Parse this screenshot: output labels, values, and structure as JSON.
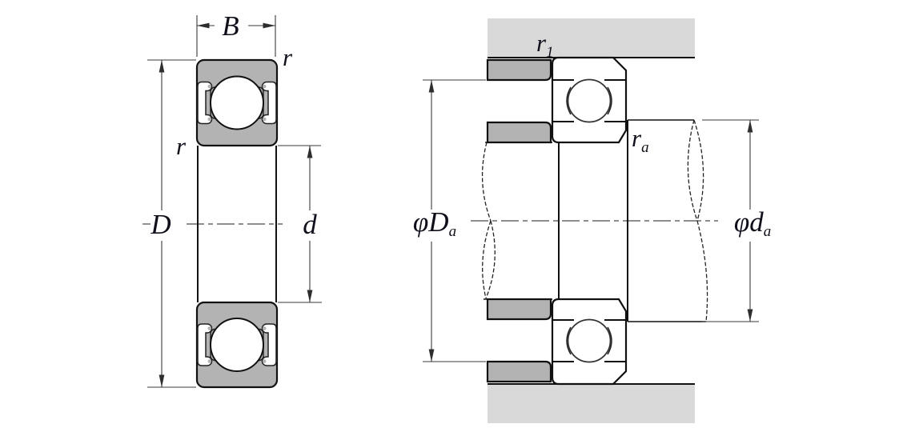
{
  "figure": {
    "kind": "ball-bearing engineering drawing, sectional views with boundary dimensions",
    "colors": {
      "background": "#ffffff",
      "ring_section_gray": "#b3b3b3",
      "abutment_gray": "#b3b3b3",
      "housing_gray": "#d9d9d9",
      "outline": "#111111",
      "dimension_color": "#3a3a3a"
    },
    "left_view": {
      "width_dim": "B",
      "outer_diameter_dim": "D",
      "bore_dim": "d",
      "outer_chamfer": "r",
      "inner_chamfer": "r"
    },
    "right_view": {
      "housing_fillet": {
        "base": "r",
        "sub": "1"
      },
      "shaft_fillet": {
        "base": "r",
        "sub": "a"
      },
      "housing_abutment": {
        "prefix": "φ",
        "base": "D",
        "sub": "a"
      },
      "shaft_abutment": {
        "prefix": "φ",
        "base": "d",
        "sub": "a"
      }
    }
  }
}
